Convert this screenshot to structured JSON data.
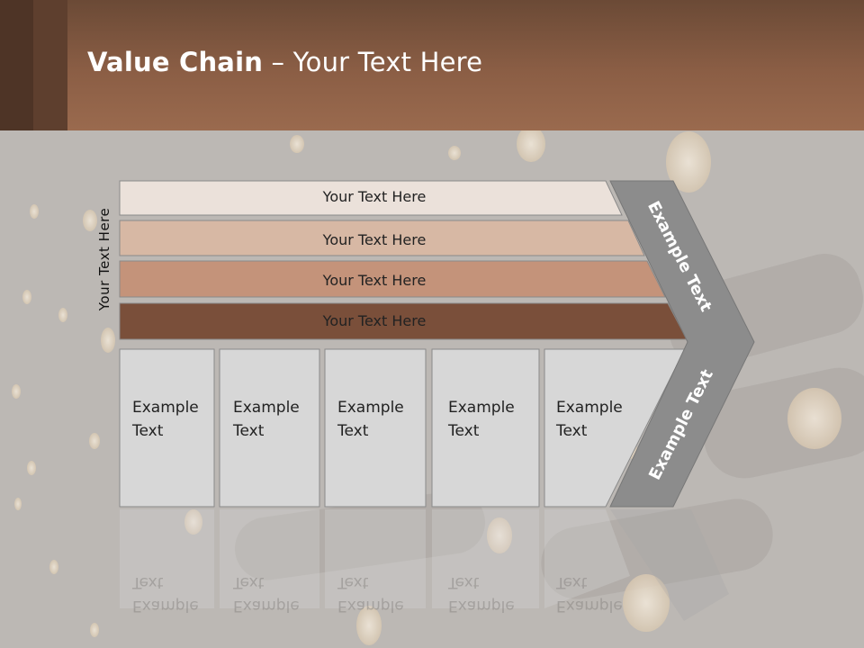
{
  "slide": {
    "title_bold": "Value Chain",
    "title_rest": " – Your Text Here",
    "side_label": "Your Text Here"
  },
  "bars": [
    {
      "label": "Your Text Here",
      "color": "#ebe1da"
    },
    {
      "label": "Your Text Here",
      "color": "#d7b8a4"
    },
    {
      "label": "Your Text Here",
      "color": "#c4937a"
    },
    {
      "label": "Your Text Here",
      "color": "#7a4f3a"
    }
  ],
  "columns": [
    {
      "label": "Example\nText"
    },
    {
      "label": "Example\nText"
    },
    {
      "label": "Example\nText"
    },
    {
      "label": "Example\nText"
    },
    {
      "label": "Example\nText"
    }
  ],
  "arrow": {
    "upper_label": "Example Text",
    "lower_label": "Example Text",
    "color": "#8c8c8c"
  }
}
